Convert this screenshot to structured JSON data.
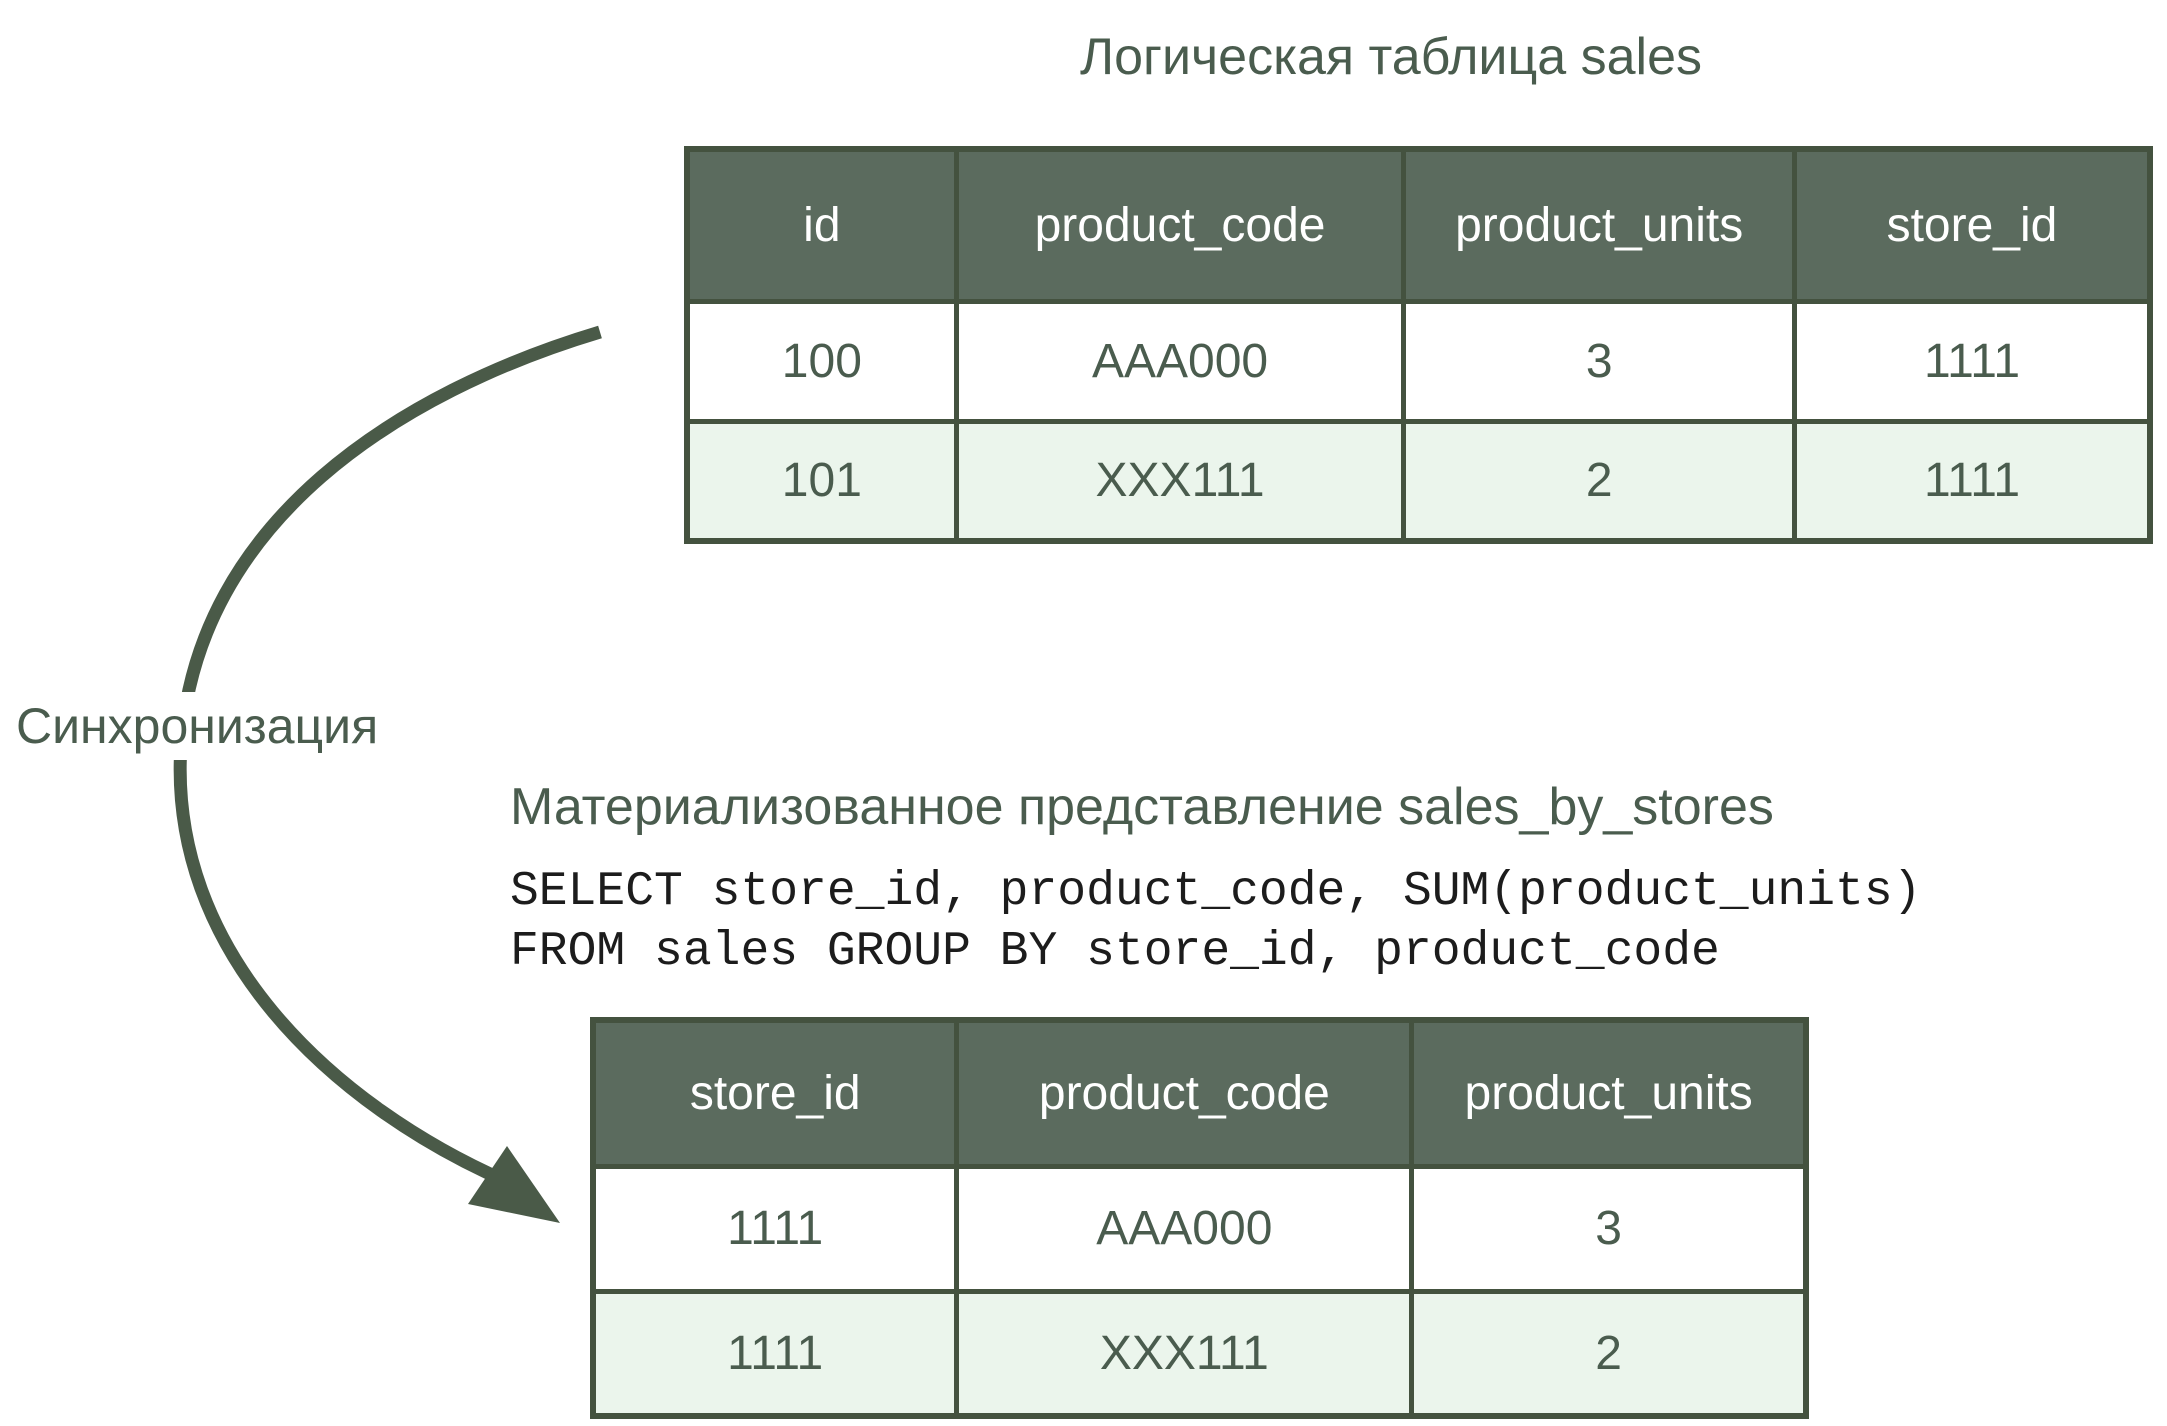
{
  "titles": {
    "logical_table": "Логическая таблица sales",
    "materialized_view": "Материализованное представление sales_by_stores"
  },
  "sync_label": "Синхронизация",
  "sql": {
    "line1": "SELECT store_id, product_code, SUM(product_units)",
    "line2": "FROM sales GROUP BY store_id, product_code"
  },
  "logical_table": {
    "headers": [
      "id",
      "product_code",
      "product_units",
      "store_id"
    ],
    "rows": [
      [
        "100",
        "AAA000",
        "3",
        "1111"
      ],
      [
        "101",
        "XXX111",
        "2",
        "1111"
      ]
    ]
  },
  "materialized_view": {
    "headers": [
      "store_id",
      "product_code",
      "product_units"
    ],
    "rows": [
      [
        "1111",
        "AAA000",
        "3"
      ],
      [
        "1111",
        "XXX111",
        "2"
      ]
    ]
  },
  "colors": {
    "header_bg": "#5b6b5e",
    "border": "#44523f",
    "alt_row_bg": "#ebf5ec",
    "text_green": "#4a5c4e",
    "sql_text": "#1c1c1c",
    "arrow": "#4a5a48",
    "header_text": "#ffffff",
    "page_bg": "#ffffff"
  }
}
